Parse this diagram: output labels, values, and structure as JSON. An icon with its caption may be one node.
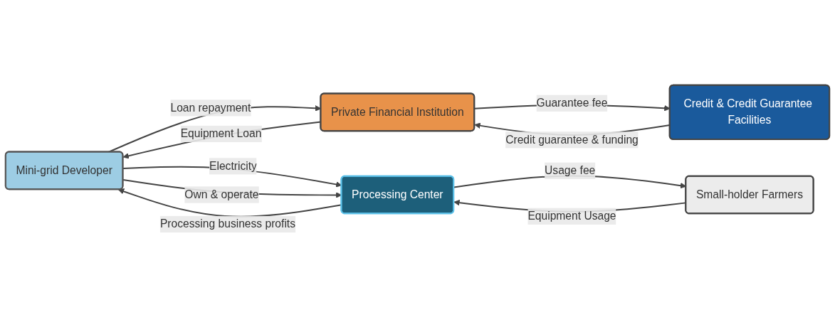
{
  "diagram": {
    "nodes": [
      {
        "text": [
          "Mini-grid Developer"
        ]
      },
      {
        "text": [
          "Private Financial Institution"
        ]
      },
      {
        "text": [
          "Credit & Credit Guarantee Facilities"
        ]
      },
      {
        "text": [
          "Processing Center"
        ]
      },
      {
        "text": [
          "Small-holder Farmers"
        ]
      }
    ],
    "edges": [
      {
        "from": 1,
        "to": 0,
        "arrow": "to",
        "label": "Equipment Loan"
      },
      {
        "from": 0,
        "to": 1,
        "arrow": "to",
        "label": "Loan repayment"
      },
      {
        "from": 2,
        "to": 1,
        "arrow": "to",
        "label": "Credit guarantee & funding"
      },
      {
        "from": 1,
        "to": 2,
        "arrow": "to",
        "label": "Guarantee fee"
      },
      {
        "from": 3,
        "to": 0,
        "arrow": "to",
        "label": "Processing business profits"
      },
      {
        "from": 0,
        "to": 3,
        "arrow": "to",
        "label": "Electricity"
      },
      {
        "from": 0,
        "to": 3,
        "arrow": "to",
        "label": "Own & operate"
      },
      {
        "from": 4,
        "to": 3,
        "arrow": "to",
        "label": "Equipment Usage"
      },
      {
        "from": 3,
        "to": 4,
        "arrow": "to",
        "label": "Usage fee"
      }
    ]
  }
}
